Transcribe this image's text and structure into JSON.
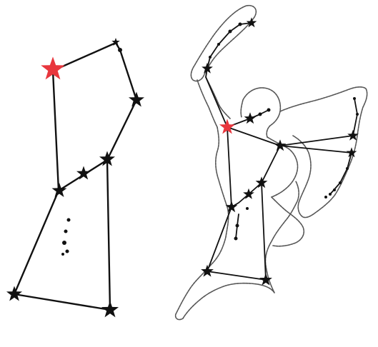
{
  "colors": {
    "background": "#ffffff",
    "line": "#111111",
    "star": "#111111",
    "highlight_star": "#e8363d",
    "outline": "#444444"
  },
  "panels": [
    {
      "id": "left-stick-figure",
      "kind": "constellation-lines-only",
      "highlighted_star": "red-star-shoulder",
      "icon": "star-icon"
    },
    {
      "id": "right-hunter-figure",
      "kind": "constellation-with-figure-outline",
      "highlighted_star": "red-star-shoulder",
      "icon": "star-icon"
    }
  ]
}
